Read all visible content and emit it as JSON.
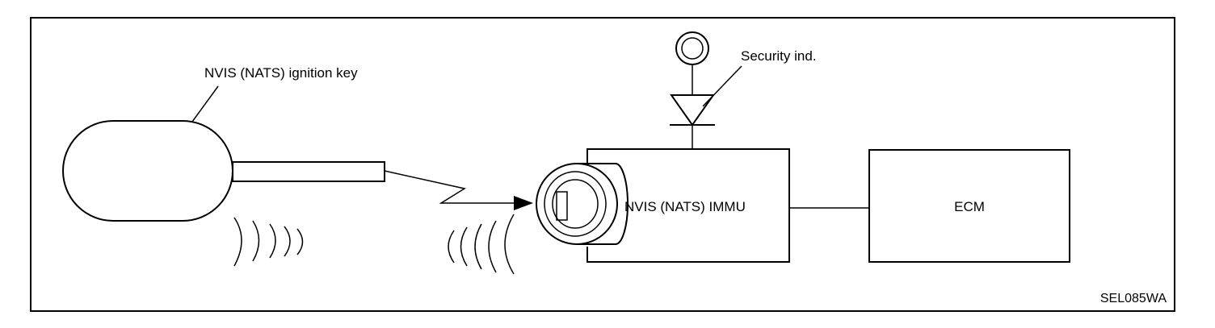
{
  "diagram": {
    "labels": {
      "ignition_key": "NVIS (NATS) ignition key",
      "security_indicator": "Security ind.",
      "immu": "NVIS (NATS) IMMU",
      "ecm": "ECM",
      "figure_code": "SEL085WA"
    },
    "colors": {
      "line": "#000000",
      "background": "#ffffff"
    }
  }
}
